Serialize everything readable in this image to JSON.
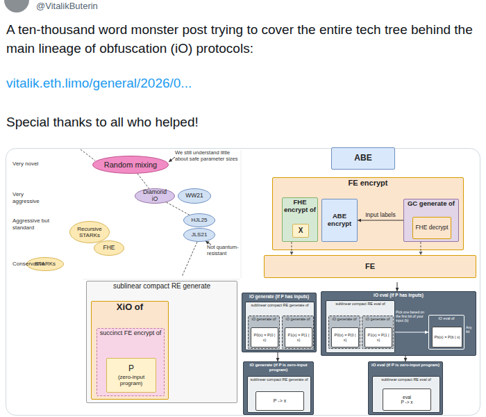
{
  "diagram": {
    "nodes": [
      {
        "text": [
          "Random mixing"
        ]
      },
      {
        "text": [
          "Diamond iO"
        ]
      },
      {
        "text": [
          "WW21"
        ]
      },
      {
        "text": [
          "HJL25"
        ]
      },
      {
        "text": [
          "JLS21"
        ]
      },
      {
        "text": [
          "Recursive STARKs"
        ]
      },
      {
        "text": [
          "FHE"
        ]
      },
      {
        "text": [
          "STARKs"
        ]
      },
      {
        "text": [
          "ABE"
        ]
      },
      {
        "text": [
          "FE encrypt"
        ]
      },
      {
        "text": [
          "FHE encrypt of"
        ],
        "in": 9
      },
      {
        "text": [
          "X"
        ],
        "in": 10
      },
      {
        "text": [
          "ABE encrypt"
        ],
        "in": 9
      },
      {
        "text": [
          "GC generate of"
        ],
        "in": 9
      },
      {
        "text": [
          "FHE decrypt"
        ],
        "in": 13
      },
      {
        "text": [
          "FE"
        ]
      },
      {
        "text": [
          "sublinear compact RE generate"
        ]
      },
      {
        "text": [
          "XiO of"
        ],
        "in": 16
      },
      {
        "text": [
          "succinct FE encrypt of"
        ],
        "in": 17
      },
      {
        "text": [
          "P",
          "(zero-input program)"
        ],
        "in": 18
      },
      {
        "text": [
          "iO generate (if P has inputs)"
        ]
      },
      {
        "text": [
          "sublinear compact RE generate of"
        ],
        "in": 20
      },
      {
        "text": [
          "iO generate of"
        ],
        "in": 21
      },
      {
        "text": [
          "P0(x) = P(0 | x)"
        ],
        "in": 22
      },
      {
        "text": [
          "iO generate of"
        ],
        "in": 21
      },
      {
        "text": [
          "P1(x) = P(1 | x)"
        ],
        "in": 24
      },
      {
        "text": [
          "iO eval (if P has inputs)"
        ]
      },
      {
        "text": [
          "sublinear compact RE eval of"
        ],
        "in": 26
      },
      {
        "text": [
          "iO generate of"
        ],
        "in": 27
      },
      {
        "text": [
          "P0(x) = P(0 | x)"
        ],
        "in": 28
      },
      {
        "text": [
          "iO generate of"
        ],
        "in": 27
      },
      {
        "text": [
          "P1(x) = P(1 | x)"
        ],
        "in": 30
      },
      {
        "text": [
          "iO eval of"
        ],
        "in": 26
      },
      {
        "text": [
          "Pb(x) = P(b | x)"
        ],
        "in": 32
      },
      {
        "text": [
          "iO generate (if P is zero-input program)"
        ]
      },
      {
        "text": [
          "sublinear compact RE generate of"
        ],
        "in": 34
      },
      {
        "text": [
          "P -> x"
        ],
        "in": 35
      },
      {
        "text": [
          "iO eval (if P is zero-input program)"
        ]
      },
      {
        "text": [
          "sublinear compact RE eval of"
        ],
        "in": 37
      },
      {
        "text": [
          "eval",
          "P -> x"
        ],
        "in": 38
      }
    ],
    "edges": [
      {
        "from": 0,
        "to": 1,
        "arrow": "none"
      },
      {
        "from": 1,
        "to": 3,
        "arrow": "none"
      },
      {
        "from": 13,
        "to": 12,
        "arrow": "to",
        "label": "Input labels"
      },
      {
        "from": 10,
        "to": 15,
        "arrow": "to"
      },
      {
        "from": 13,
        "to": 15,
        "arrow": "to"
      },
      {
        "from": 27,
        "to": 32,
        "arrow": "to"
      },
      {
        "from": 20,
        "to": 34,
        "arrow": "to"
      },
      {
        "from": 26,
        "to": 37,
        "arrow": "to"
      }
    ],
    "labels": [
      "@VitalikButerin",
      "A ten-thousand word monster post trying to cover the entire tech tree behind the main lineage of obfuscation (iO) protocols:",
      "vitalik.eth.limo/general/2026/0...",
      "Special thanks to all who helped!",
      "Very novel",
      "Very aggressive",
      "Aggressive but standard",
      "Conservative",
      "We still understand little about safe parameter sizes",
      "Not quantum-resistant",
      "Pick one based on the first bit of your input (b)",
      "Any bit"
    ]
  }
}
